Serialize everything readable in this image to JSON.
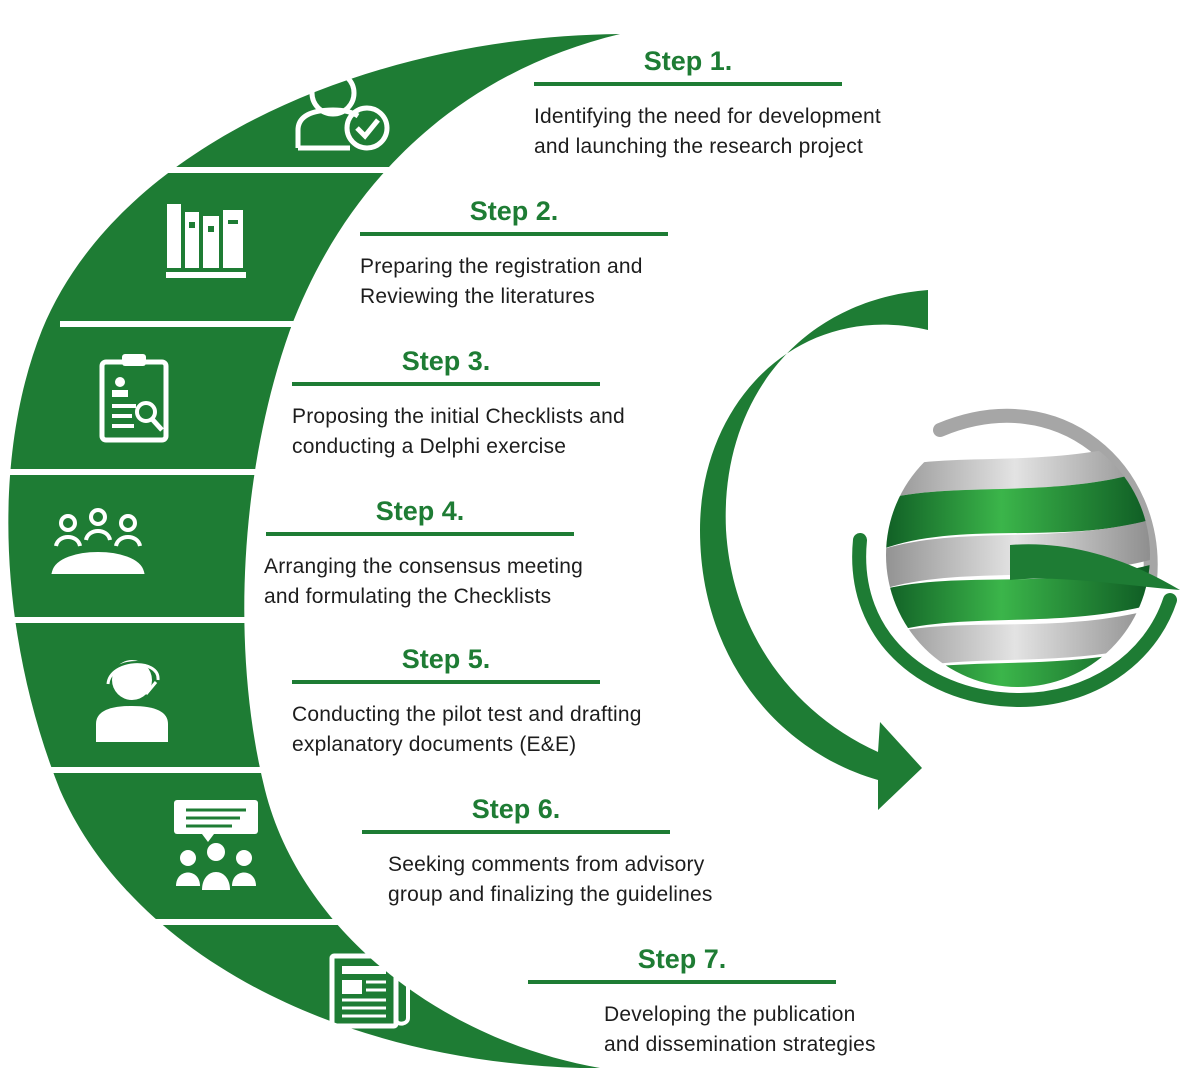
{
  "colors": {
    "brand_green": "#1e7c34",
    "dark_green": "#136a2a",
    "icon_white": "#ffffff",
    "globe_grey": "#a6a6a6",
    "text": "#1d1d1d"
  },
  "steps": [
    {
      "title": "Step 1.",
      "lines": [
        "Identifying the need for development",
        "and launching the research project"
      ],
      "icon": "user-check-icon"
    },
    {
      "title": "Step 2.",
      "lines": [
        "Preparing the registration and",
        "Reviewing the literatures"
      ],
      "icon": "books-icon"
    },
    {
      "title": "Step 3.",
      "lines": [
        "Proposing the initial Checklists and",
        "conducting a Delphi exercise"
      ],
      "icon": "clipboard-search-icon"
    },
    {
      "title": "Step 4.",
      "lines": [
        "Arranging the consensus meeting",
        "and formulating the Checklists"
      ],
      "icon": "meeting-table-icon"
    },
    {
      "title": "Step 5.",
      "lines": [
        "Conducting the pilot test and drafting",
        "explanatory documents (E&E)"
      ],
      "icon": "headset-user-icon"
    },
    {
      "title": "Step 6.",
      "lines": [
        "Seeking comments from advisory",
        "group and finalizing the guidelines"
      ],
      "icon": "group-feedback-icon"
    },
    {
      "title": "Step 7.",
      "lines": [
        "Developing the publication",
        "and dissemination strategies"
      ],
      "icon": "newspaper-icon"
    }
  ],
  "decorations": {
    "logo": "globe-logo-icon",
    "arrow": "curved-arrow-icon"
  }
}
